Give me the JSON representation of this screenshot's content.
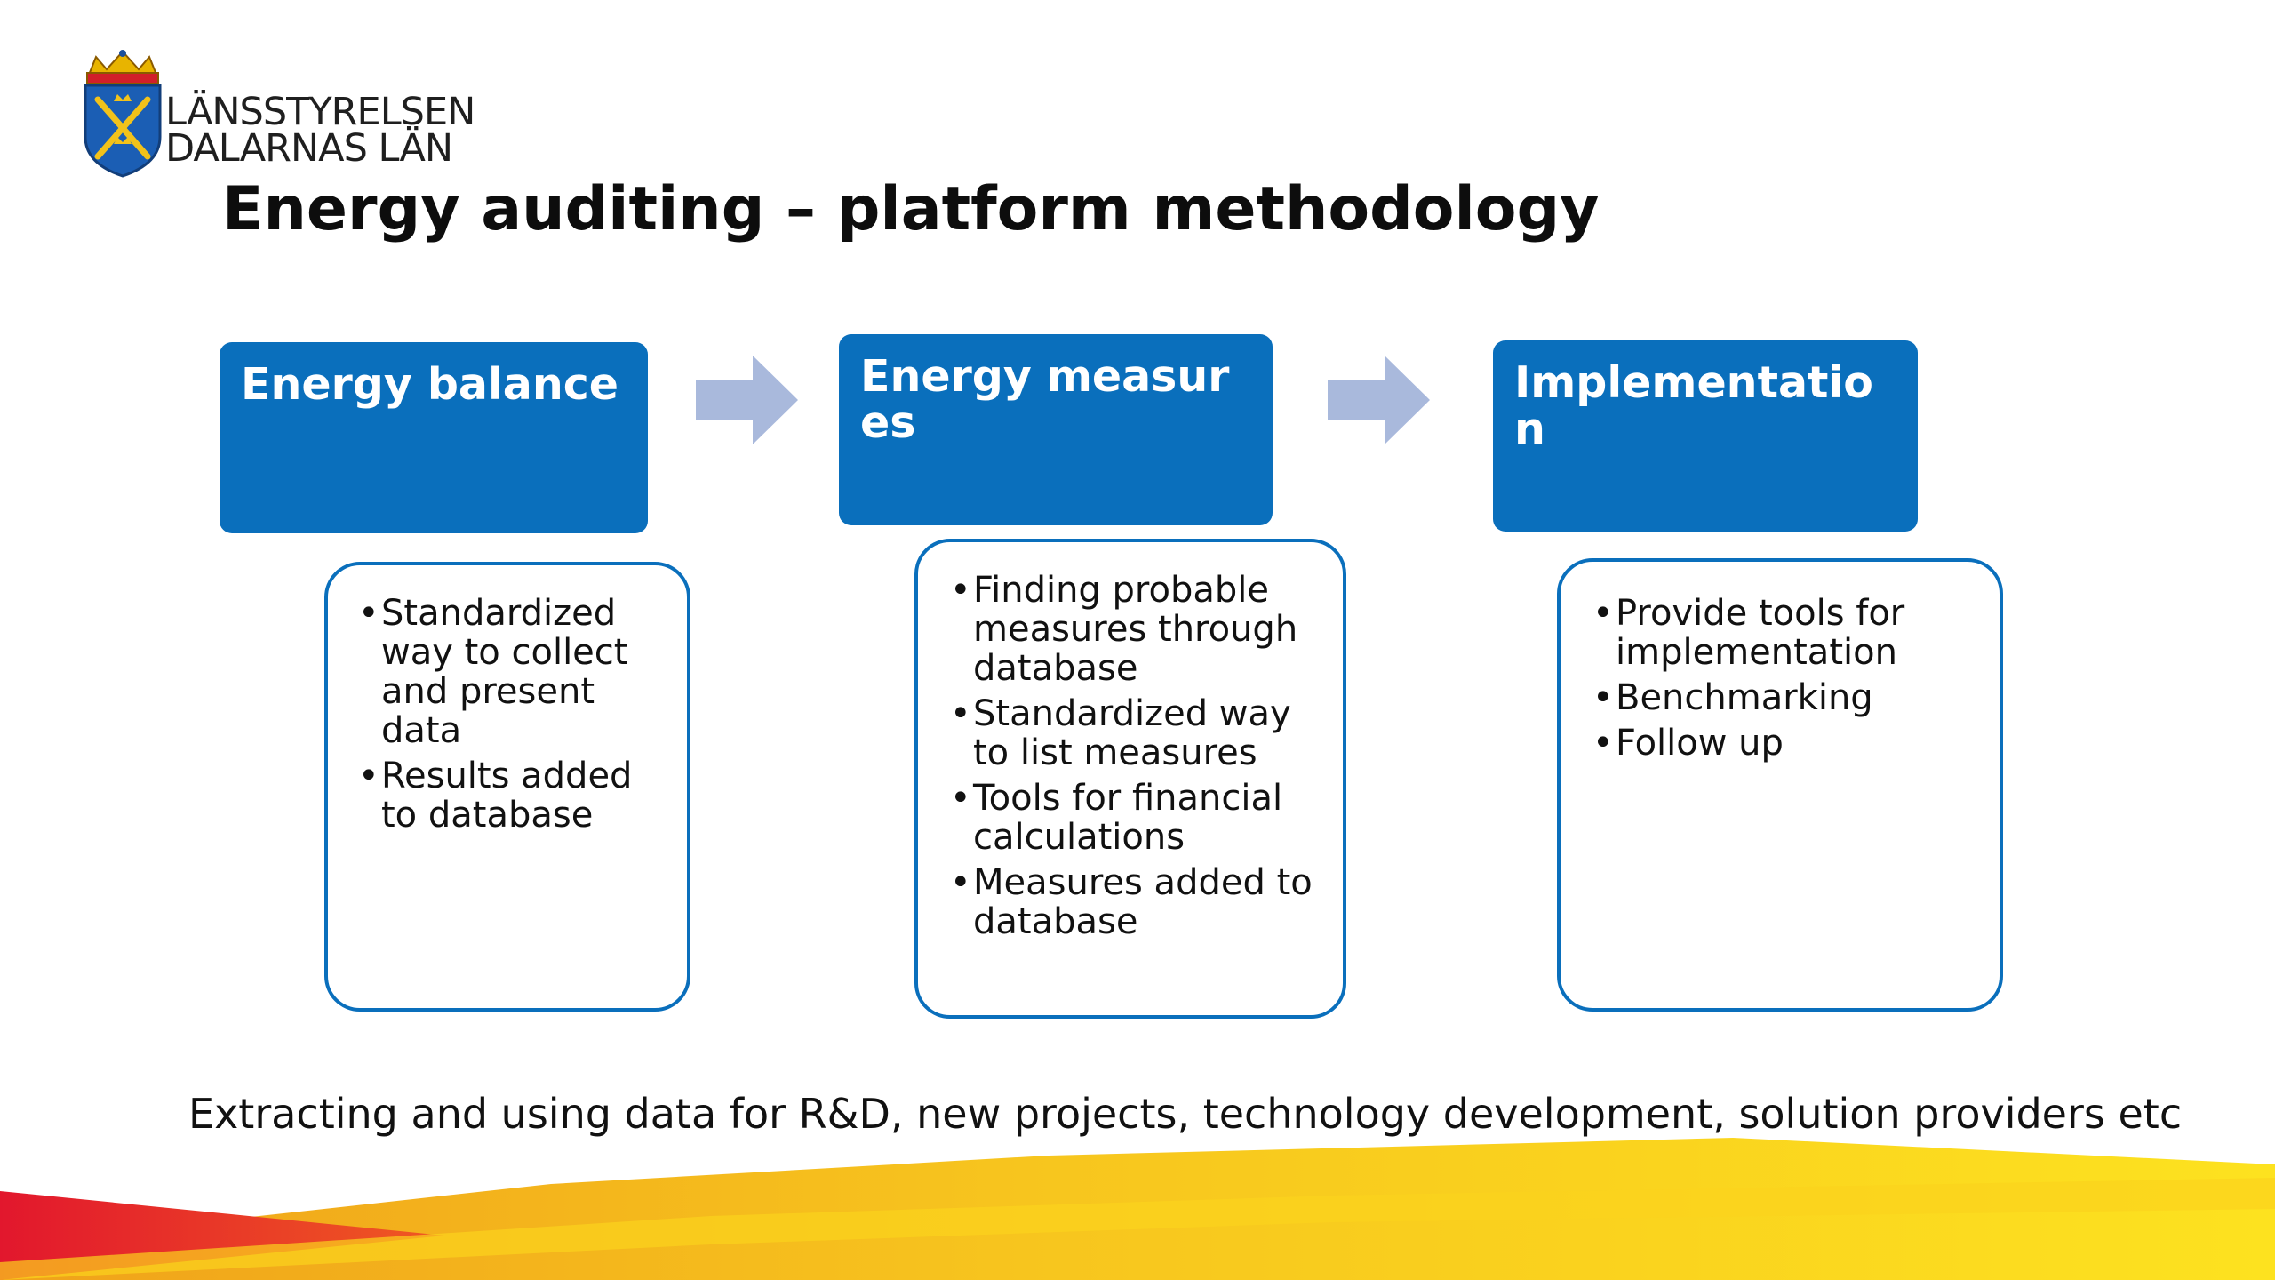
{
  "logo": {
    "line1": "LÄNSSTYRELSEN",
    "line2": "DALARNAS LÄN"
  },
  "title": "Energy auditing – platform methodology",
  "stages": [
    {
      "heading": "Energy balance",
      "bullets": [
        "Standardized way to collect and present data",
        "Results added to database"
      ]
    },
    {
      "heading": "Energy measures",
      "bullets": [
        "Finding probable measures through database",
        "Standardized way to list measures",
        "Tools for financial calculations",
        "Measures added to database"
      ]
    },
    {
      "heading": "Implementation",
      "bullets": [
        "Provide tools for implementation",
        "Benchmarking",
        "Follow up"
      ]
    }
  ],
  "caption": "Extracting and using data for R&D, new projects, technology development, solution providers etc",
  "colors": {
    "stage_blue": "#0a6fbc",
    "arrow": "#a9b9dc",
    "band_red": "#e2172d",
    "band_orange": "#f59a1b",
    "band_yellow": "#fddc1e"
  },
  "icons": {
    "crest": "coat-of-arms-icon",
    "flow_arrow": "right-arrow-icon"
  }
}
